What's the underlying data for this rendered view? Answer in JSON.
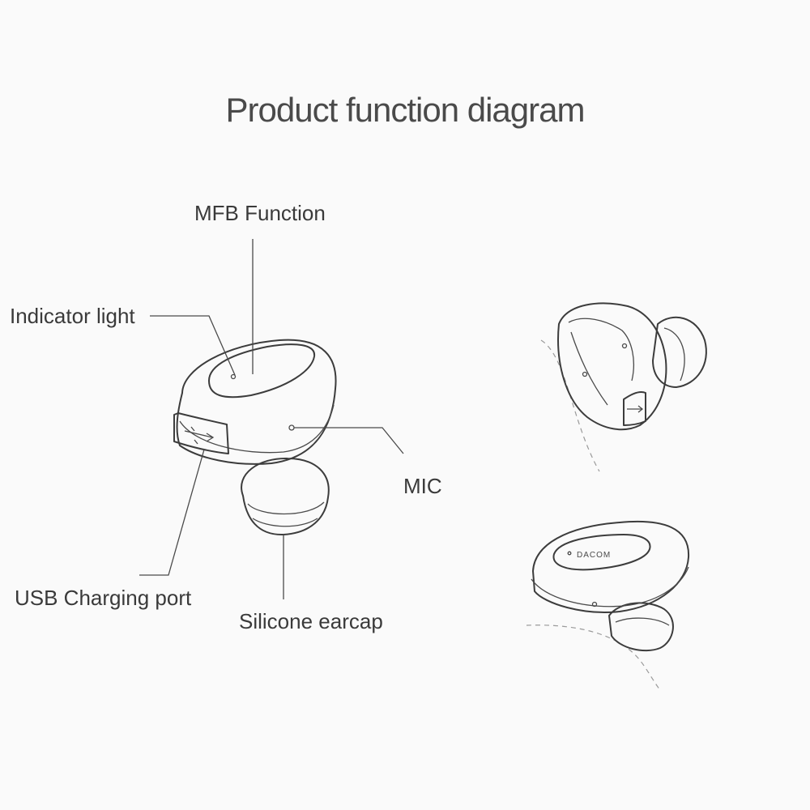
{
  "title": "Product function diagram",
  "labels": {
    "mfb": "MFB Function",
    "indicator": "Indicator light",
    "mic": "MIC",
    "usb": "USB Charging port",
    "earcap": "Silicone earcap"
  },
  "brand": "DACOM",
  "colors": {
    "background": "#fafafa",
    "line": "#3c3c3c",
    "text": "#3a3a3a"
  }
}
